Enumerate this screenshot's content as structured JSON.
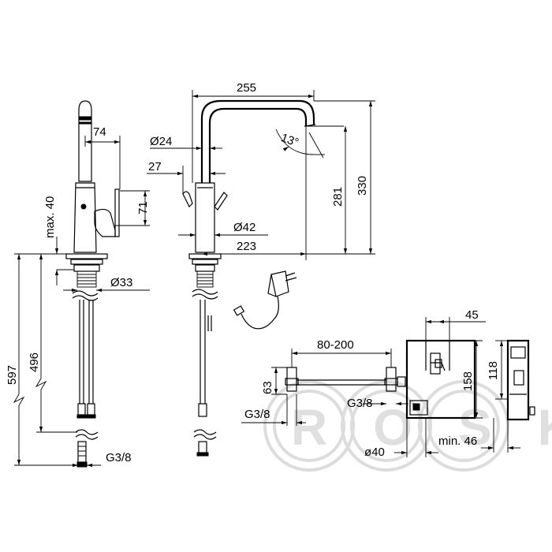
{
  "dimensions": {
    "d255": "255",
    "d74": "74",
    "d24": "Ø24",
    "d27": "27",
    "d13": "13°",
    "d71": "71",
    "dmax40": "max. 40",
    "d281": "281",
    "d330": "330",
    "d42": "Ø42",
    "d223": "223",
    "d33": "Ø33",
    "d597": "597",
    "d496": "496",
    "dG38a": "G3/8",
    "dG38b": "G3/8",
    "dG38c": "G3/8",
    "d80200": "80-200",
    "d45": "45",
    "d63": "63",
    "d158": "158",
    "d118": "118",
    "d40": "ø40",
    "dmin46": "min. 46"
  },
  "watermark": {
    "text": "ROSK"
  }
}
